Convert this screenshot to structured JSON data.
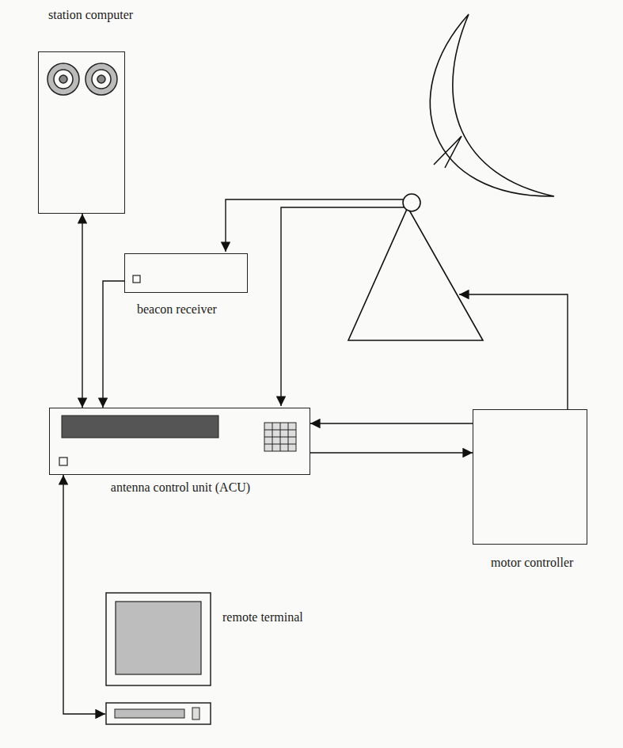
{
  "diagram": {
    "nodes": [
      {
        "text": [
          "station computer"
        ]
      },
      {
        "text": [
          "beacon receiver"
        ]
      },
      {
        "text": [
          "antenna control unit (ACU)"
        ]
      },
      {
        "text": [
          "motor controller"
        ]
      },
      {
        "text": [
          "remote terminal"
        ]
      }
    ],
    "edges": [
      {
        "from": 0,
        "to": 2,
        "arrow": "both"
      },
      {
        "from": 1,
        "to": 2,
        "arrow": "to"
      },
      {
        "from": 3,
        "to": 2,
        "arrow": "to"
      },
      {
        "from": 2,
        "to": 3,
        "arrow": "to"
      },
      {
        "from": 2,
        "to": 4,
        "arrow": "both"
      }
    ]
  }
}
